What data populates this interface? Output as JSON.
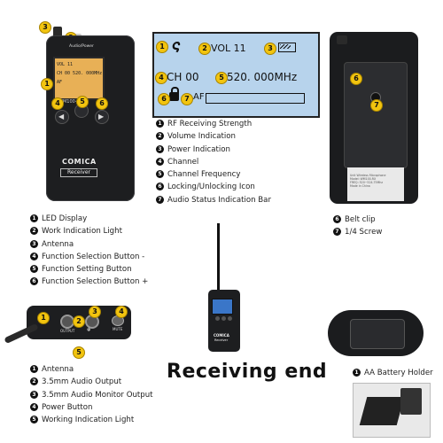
{
  "device": {
    "top_label": "Audio/Power",
    "lcd_lines": [
      "VOL 11",
      "CH 00   520. 000MHz",
      "AF",
      "WM100-RX"
    ],
    "brand": "COMICA",
    "model_tag": "Receiver"
  },
  "lcd": {
    "vol": "VOL 11",
    "ch": "CH 00",
    "freq": "520. 000MHz",
    "af": "AF"
  },
  "back_label": [
    "Unit Wireless Microphone",
    "Model: WM100-RX",
    "FREQ: 520~524.75Mhz",
    "Made in China"
  ],
  "lcd_legend": [
    "RF Receiving Strength",
    "Volume Indication",
    "Power Indication",
    "Channel",
    "Channel Frequency",
    "Locking/Unlocking Icon",
    "Audio Status Indication Bar"
  ],
  "front_legend": [
    "LED Display",
    "Work Indication Light",
    "Antenna",
    "Function Selection Button -",
    "Function Setting Button",
    "Function Selection Button +"
  ],
  "back_legend": [
    "Belt clip",
    "1/4 Screw"
  ],
  "top_legend": [
    "Antenna",
    "3.5mm Audio Output",
    "3.5mm Audio Monitor Output",
    "Power Button",
    "Working Indication Light"
  ],
  "top_labels": [
    "OUTPUT",
    "MUTE"
  ],
  "battery_legend": [
    "AA Battery Holder"
  ],
  "center_title": "Receiving end",
  "small_device": {
    "brand": "COMICA",
    "tag": "Receiver"
  },
  "numbers": [
    "1",
    "2",
    "3",
    "4",
    "5",
    "6",
    "7"
  ]
}
